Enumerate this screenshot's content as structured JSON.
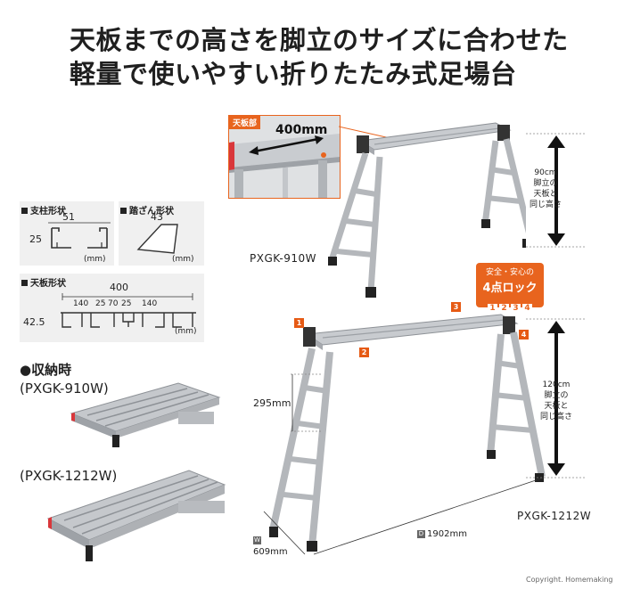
{
  "headline": {
    "line1": "天板までの高さを脚立のサイズに合わせた",
    "line2": "軽量で使いやすい折りたたみ式足場台"
  },
  "inset": {
    "label": "天板部",
    "width": "400mm"
  },
  "pillar": {
    "title": "支柱形状",
    "width": "51",
    "height": "25",
    "unit": "(mm)"
  },
  "step": {
    "title": "踏ざん形状",
    "width": "43",
    "unit": "(mm)"
  },
  "top_plate": {
    "title": "天板形状",
    "total": "400",
    "segments": [
      "140",
      "25",
      "70",
      "25",
      "140"
    ],
    "height": "42.5",
    "unit": "(mm)"
  },
  "storage": {
    "title": "●収納時",
    "model1": "(PXGK-910W)",
    "model2": "(PXGK-1212W)"
  },
  "ladder910": {
    "model": "PXGK-910W",
    "height_lines": [
      "90cm",
      "脚立の",
      "天板と",
      "同じ高さ"
    ]
  },
  "lock": {
    "line1": "安全・安心の",
    "line2": "4点ロック",
    "numbers": [
      "1",
      "2",
      "3",
      "4"
    ]
  },
  "ladder1212": {
    "model": "PXGK-1212W",
    "step_pitch": "295mm",
    "height_lines": [
      "120cm",
      "脚立の",
      "天板と",
      "同じ高さ"
    ],
    "markers": [
      "1",
      "2",
      "3",
      "4"
    ],
    "width_badge": "W",
    "width": "609mm",
    "depth_badge": "D",
    "depth": "1902mm"
  },
  "copyright": "Copyright. Homemaking",
  "colors": {
    "accent_orange": "#e8641e",
    "aluminum": "#b9bcc0",
    "panel_bg": "#f0f0f0",
    "edge_red": "#d9373b"
  }
}
